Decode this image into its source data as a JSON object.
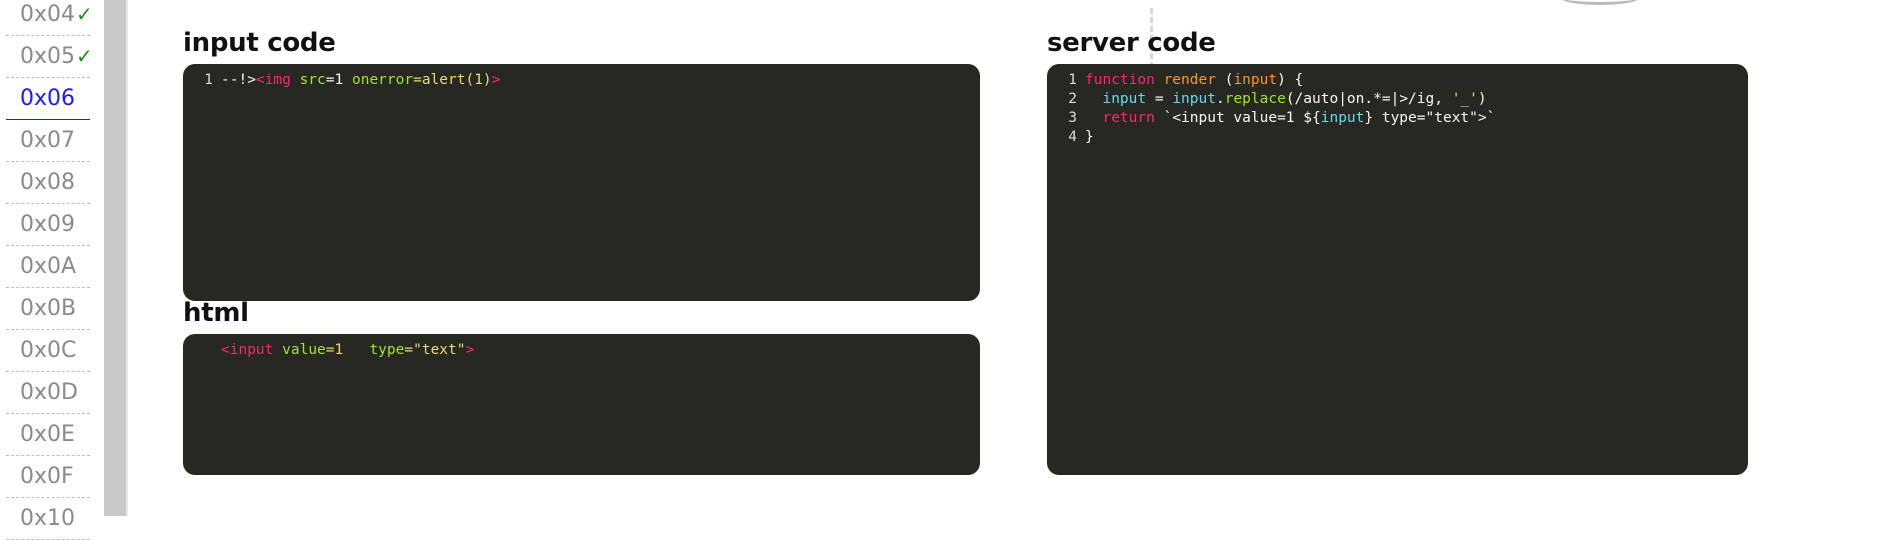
{
  "sidebar": {
    "items": [
      {
        "label": "0x04",
        "done": "✓"
      },
      {
        "label": "0x05",
        "done": "✓"
      },
      {
        "label": "0x06",
        "active": true
      },
      {
        "label": "0x07"
      },
      {
        "label": "0x08"
      },
      {
        "label": "0x09"
      },
      {
        "label": "0x0A"
      },
      {
        "label": "0x0B"
      },
      {
        "label": "0x0C"
      },
      {
        "label": "0x0D"
      },
      {
        "label": "0x0E"
      },
      {
        "label": "0x0F"
      },
      {
        "label": "0x10"
      }
    ]
  },
  "input_section": {
    "title": "input code",
    "lines": [
      {
        "num": "1",
        "parts": [
          {
            "cls": "plain",
            "text": "--!>"
          },
          {
            "cls": "tag",
            "text": "<img"
          },
          {
            "cls": "plain",
            "text": " "
          },
          {
            "cls": "attr",
            "text": "src"
          },
          {
            "cls": "plain",
            "text": "=1 "
          },
          {
            "cls": "attr",
            "text": "onerror"
          },
          {
            "cls": "str",
            "text": "=alert(1)"
          },
          {
            "cls": "tag",
            "text": ">"
          }
        ]
      }
    ]
  },
  "html_section": {
    "title": "html",
    "lines": [
      {
        "num": "",
        "parts": [
          {
            "cls": "tag",
            "text": "<input"
          },
          {
            "cls": "plain",
            "text": " "
          },
          {
            "cls": "attr",
            "text": "value"
          },
          {
            "cls": "str",
            "text": "=1"
          },
          {
            "cls": "plain",
            "text": "   "
          },
          {
            "cls": "attr",
            "text": "type"
          },
          {
            "cls": "str",
            "text": "=\"text\""
          },
          {
            "cls": "tag",
            "text": ">"
          }
        ]
      }
    ]
  },
  "server_section": {
    "title": "server code",
    "lines": [
      {
        "num": "1",
        "parts": [
          {
            "cls": "kw",
            "text": "function"
          },
          {
            "cls": "plain",
            "text": " "
          },
          {
            "cls": "fn",
            "text": "render"
          },
          {
            "cls": "plain",
            "text": " ("
          },
          {
            "cls": "par",
            "text": "input"
          },
          {
            "cls": "plain",
            "text": ") {"
          }
        ]
      },
      {
        "num": "2",
        "parts": [
          {
            "cls": "plain",
            "text": "  "
          },
          {
            "cls": "var",
            "text": "input"
          },
          {
            "cls": "plain",
            "text": " = "
          },
          {
            "cls": "var",
            "text": "input"
          },
          {
            "cls": "plain",
            "text": "."
          },
          {
            "cls": "method",
            "text": "replace"
          },
          {
            "cls": "plain",
            "text": "(/auto|on.*=|>/ig, "
          },
          {
            "cls": "str",
            "text": "'_'"
          },
          {
            "cls": "plain",
            "text": ")"
          }
        ]
      },
      {
        "num": "3",
        "parts": [
          {
            "cls": "plain",
            "text": "  "
          },
          {
            "cls": "kw",
            "text": "return"
          },
          {
            "cls": "plain",
            "text": " `<input value=1 ${"
          },
          {
            "cls": "var",
            "text": "input"
          },
          {
            "cls": "plain",
            "text": "} type=\"text\">`"
          }
        ]
      },
      {
        "num": "4",
        "parts": [
          {
            "cls": "plain",
            "text": "}"
          }
        ]
      }
    ]
  }
}
